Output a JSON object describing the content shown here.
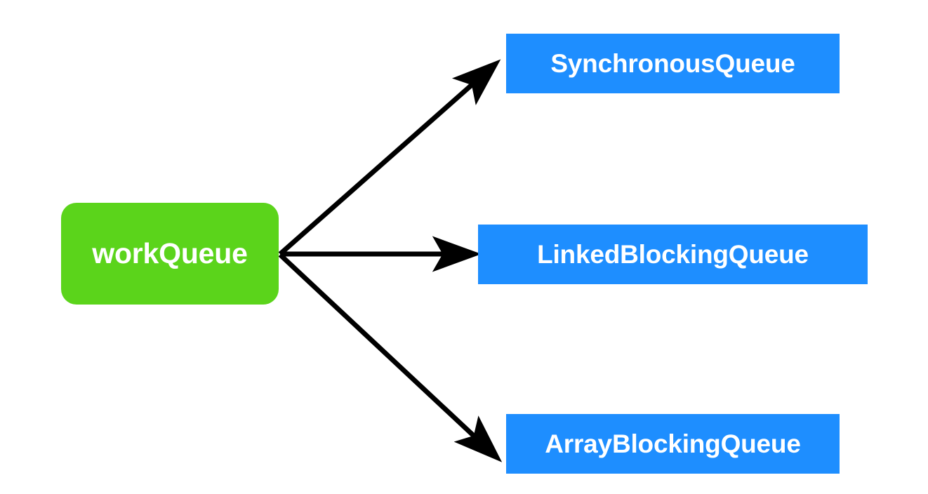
{
  "diagram": {
    "type": "node-edge-diagram",
    "background_color": "#FFFFFF",
    "source_node": {
      "id": "work-queue",
      "label": "workQueue",
      "shape": "rounded-rectangle",
      "fill_color": "#5BD41B",
      "text_color": "#FFFFFF"
    },
    "target_nodes": [
      {
        "id": "synchronous-queue",
        "label": "SynchronousQueue",
        "shape": "rectangle",
        "fill_color": "#1E8EFF",
        "text_color": "#FFFFFF"
      },
      {
        "id": "linked-blocking-queue",
        "label": "LinkedBlockingQueue",
        "shape": "rectangle",
        "fill_color": "#1E8EFF",
        "text_color": "#FFFFFF"
      },
      {
        "id": "array-blocking-queue",
        "label": "ArrayBlockingQueue",
        "shape": "rectangle",
        "fill_color": "#1E8EFF",
        "text_color": "#FFFFFF"
      }
    ],
    "edges": [
      {
        "from": "work-queue",
        "to": "synchronous-queue",
        "style": "solid-arrow",
        "color": "#000000"
      },
      {
        "from": "work-queue",
        "to": "linked-blocking-queue",
        "style": "solid-arrow",
        "color": "#000000"
      },
      {
        "from": "work-queue",
        "to": "array-blocking-queue",
        "style": "solid-arrow",
        "color": "#000000"
      }
    ]
  }
}
